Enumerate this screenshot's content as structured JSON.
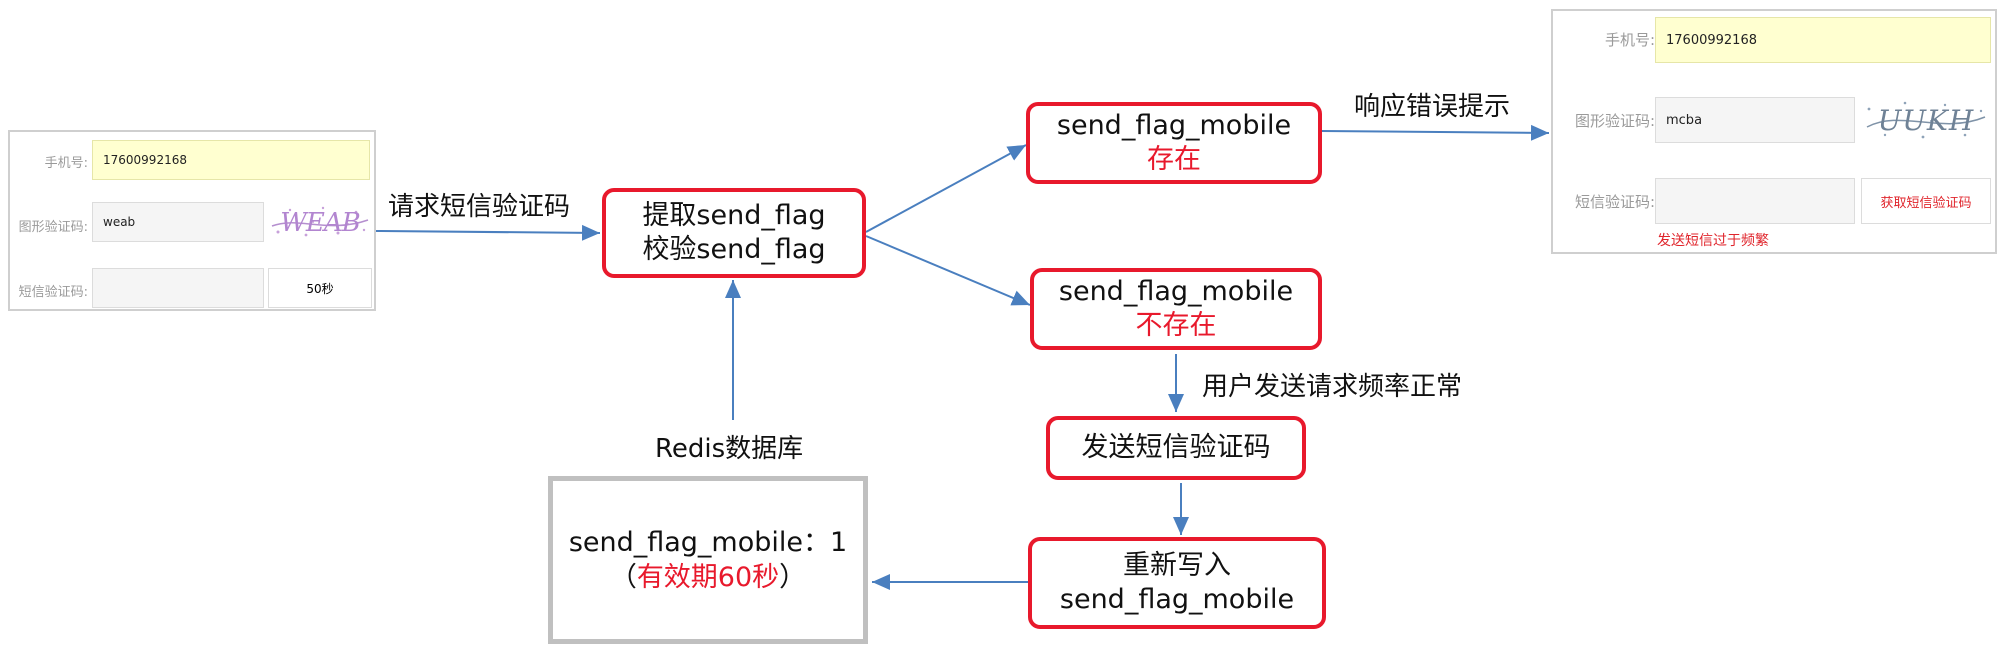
{
  "left_form": {
    "phone_label": "手机号:",
    "phone_value": "17600992168",
    "captcha_label": "图形验证码:",
    "captcha_value": "weab",
    "captcha_image_text": "WEAB",
    "sms_label": "短信验证码:",
    "sms_value": "",
    "countdown_button": "50秒"
  },
  "right_form": {
    "phone_label": "手机号:",
    "phone_value": "17600992168",
    "captcha_label": "图形验证码:",
    "captcha_value": "mcba",
    "captcha_image_text": "UUKH",
    "sms_label": "短信验证码:",
    "sms_value": "",
    "get_code_button": "获取短信验证码",
    "error_text": "发送短信过于频繁"
  },
  "flow": {
    "request_label": "请求短信验证码",
    "check_box": {
      "line1": "提取send_flag",
      "line2": "校验send_flag"
    },
    "exists_box": {
      "line1": "send_flag_mobile",
      "line2": "存在"
    },
    "not_exists_box": {
      "line1": "send_flag_mobile",
      "line2": "不存在"
    },
    "error_label": "响应错误提示",
    "normal_label": "用户发送请求频率正常",
    "send_box": "发送短信验证码",
    "rewrite_box": {
      "line1": "重新写入",
      "line2": "send_flag_mobile"
    },
    "redis_label": "Redis数据库",
    "redis_box": {
      "line1": "send_flag_mobile：1",
      "open_paren": "（",
      "expiry": "有效期60秒",
      "close_paren": "）"
    }
  },
  "colors": {
    "accent_red": "#e8192c",
    "arrow_blue": "#4a7fbf",
    "field_yellow": "#ffffd0",
    "redis_border": "#c0c0c0"
  }
}
